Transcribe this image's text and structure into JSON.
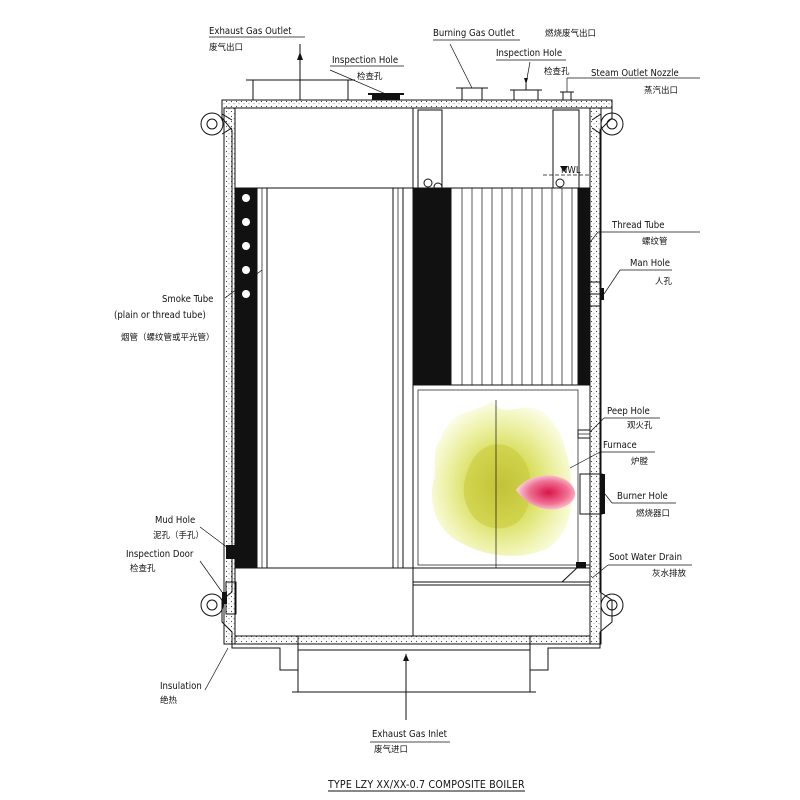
{
  "title": "TYPE LZY XX/XX-0.7 COMPOSITE BOILER",
  "nwl_label": "NWL",
  "labels": {
    "exhaust_outlet": {
      "en": "Exhaust Gas Outlet",
      "cn": "废气出口"
    },
    "inspection_hole_top": {
      "en": "Inspection Hole",
      "cn": "检查孔"
    },
    "burning_gas_outlet": {
      "en": "Burning Gas Outlet",
      "cn": "燃烧废气出口"
    },
    "inspection_hole_right": {
      "en": "Inspection Hole",
      "cn": "检查孔"
    },
    "steam_outlet": {
      "en": "Steam Outlet Nozzle",
      "cn": "蒸汽出口"
    },
    "thread_tube": {
      "en": "Thread Tube",
      "cn": "螺纹管"
    },
    "man_hole": {
      "en": "Man Hole",
      "cn": "人孔"
    },
    "smoke_tube": {
      "en": "Smoke Tube",
      "en2": "(plain or thread tube)",
      "cn": "烟管（螺纹管或平光管）"
    },
    "peep_hole": {
      "en": "Peep Hole",
      "cn": "观火孔"
    },
    "furnace": {
      "en": "Furnace",
      "cn": "炉膛"
    },
    "burner_hole": {
      "en": "Burner Hole",
      "cn": "燃烧器口"
    },
    "soot_drain": {
      "en": "Soot Water Drain",
      "cn": "灰水排放"
    },
    "mud_hole": {
      "en": "Mud Hole",
      "cn": "泥孔（手孔）"
    },
    "inspection_door": {
      "en": "Inspection Door",
      "cn": "检查孔"
    },
    "insulation": {
      "en": "Insulation",
      "cn": "绝热"
    },
    "exhaust_inlet": {
      "en": "Exhaust Gas Inlet",
      "cn": "废气进口"
    }
  },
  "colors": {
    "line": "#111111",
    "flame_outer": "#e9ef9a",
    "flame_core": "#c9c93a",
    "burner_flame": "#e0305a"
  }
}
